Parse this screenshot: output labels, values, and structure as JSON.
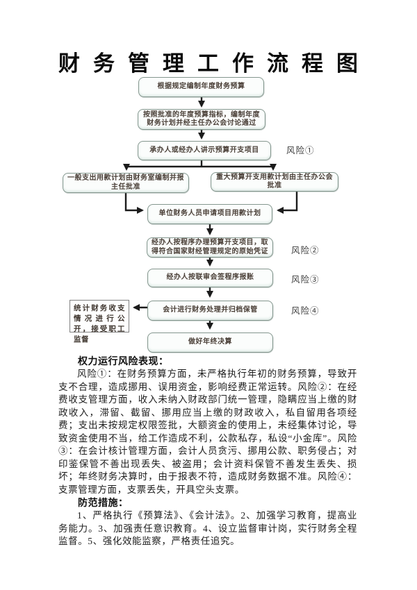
{
  "title": "财务管理工作流程图",
  "flowchart": {
    "boxes": [
      {
        "label": "根据规定编制年度财务预算"
      },
      {
        "label": "按照批准的年度预算指标，编制年度财务计划并经主任办公会讨论通过"
      },
      {
        "label": "承办人或经办人讲示预算开支项目"
      },
      {
        "label": "一般支出用款计划由财务室编制并报主任批准"
      },
      {
        "label": "重大预算开支用款计划由主任办公会批准"
      },
      {
        "label": "单位财务人员申请项目用款计划"
      },
      {
        "label": "经办人按程序办理预算开支项目，取得符合国家财经管理规定的原始凭证"
      },
      {
        "label": "经办人按联审会签程序报账"
      },
      {
        "label": "会计进行财务处理并归档保管"
      },
      {
        "label": "做好年终决算"
      },
      {
        "label": "统计财务收支情况进行公开，接受职工监督"
      }
    ],
    "risk_labels": [
      "风险①",
      "风险②",
      "风险③",
      "风险④"
    ]
  },
  "sections": {
    "risk_heading": "权力运行风险表现：",
    "risk_body": "风险①：在财务预算方面，未严格执行年初的财务预算，导致开支不合理，造成挪用、误用资金，影响经费正常运转。风险②：在经费收支管理方面，收入未纳入财政部门统一管理，隐瞒应当上缴的财政收入，滞留、截留、挪用应当上缴的财政收入，私自留用各项经费；支出未按规定权限签批，大额资金的使用上，未经集体讨论，导致资金使用不当，给工作造成不利，公款私存，私设“小金库”。风险③：在会计核计管理方面，会计人员贪污、挪用公款、职务侵占；对印鉴保管不善出现丢失、被盗用；会计资料保管不善发生丢失、损坏；年终财务决算时，由于报表不符，造成财务数据不准。风险④：支票管理方面，支票丢失，开具空头支票。",
    "measures_heading": "防范措施：",
    "measures_body": "1、严格执行《预算法》、《会计法》。2、加强学习教育，提高业务能力。3、加强责任意识教育。4、设立监督审计岗，实行财务全程监督。5、强化效能监察，严格责任追究。"
  },
  "colors": {
    "box_border": "#85978f",
    "box_fill": "#fbfdfc",
    "box_text": "#4a3f37",
    "arrow": "#1b1b1b",
    "body_text": "#1d1d1d"
  }
}
